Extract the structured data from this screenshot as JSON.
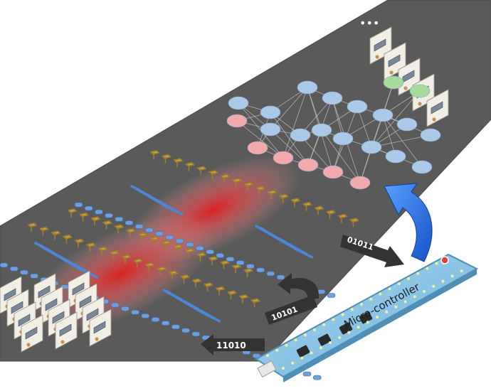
{
  "labels": {
    "microcontroller": "Micro-controller",
    "bits_input": "11010",
    "bits_processing": "10101",
    "bits_output": "01011",
    "ellipsis": "•••"
  },
  "colors": {
    "board": "#5b5b5b",
    "node_blue": "#aac8e8",
    "node_pink": "#f2a9ae",
    "node_green": "#a5dc9a",
    "gold": "#c9a24a",
    "heat": "#e53b3b",
    "mc_board": "#8ec7e6",
    "arrow_blue": "#1f6fe0",
    "arrow_dark": "#333333"
  },
  "icons": [
    "usb-connector-icon",
    "chip-icon",
    "led-icon",
    "arrow-icon"
  ]
}
